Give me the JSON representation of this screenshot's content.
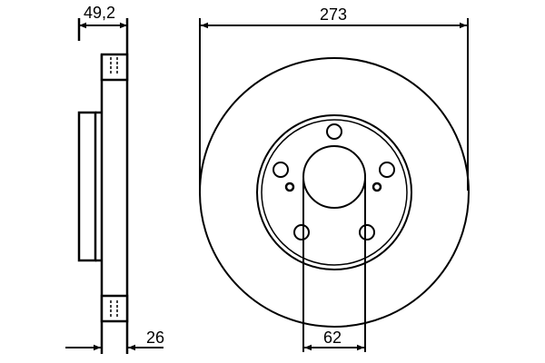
{
  "drawing": {
    "subject": "Brake disc technical drawing",
    "line_color": "#000000",
    "background": "#ffffff"
  },
  "dimensions": {
    "overall_height": "49,2",
    "outer_diameter": "273",
    "disc_thickness": "26",
    "center_bore": "62"
  }
}
